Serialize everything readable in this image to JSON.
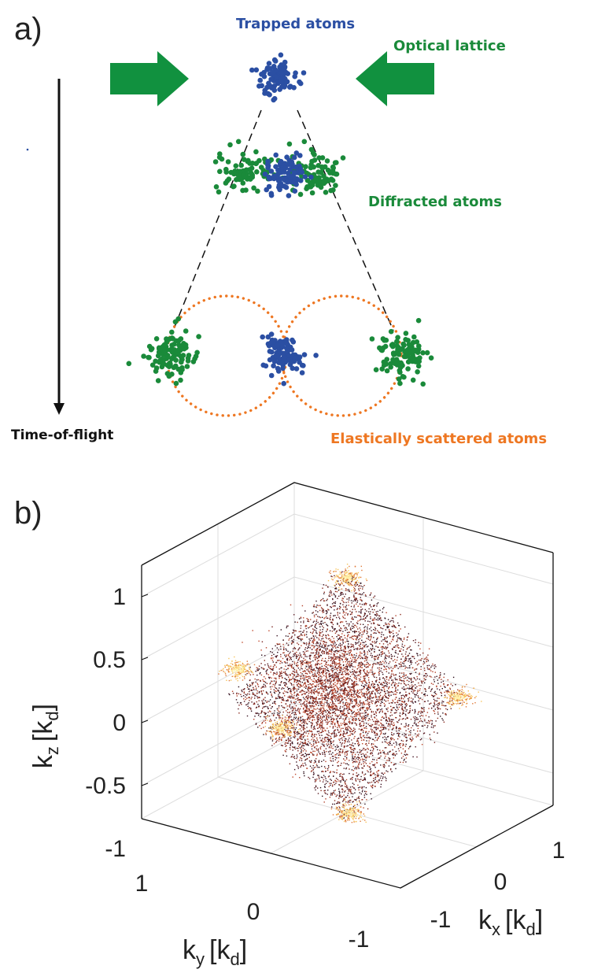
{
  "panel_a": {
    "label": "a)",
    "labels": {
      "trapped": "Trapped atoms",
      "optical": "Optical lattice",
      "diffracted": "Diffracted atoms",
      "tof": "Time-of-flight",
      "elastic": "Elastically scattered atoms"
    },
    "colors": {
      "trapped": "#2b4fa3",
      "diffracted": "#1a8a3a",
      "elastic": "#ee7722",
      "arrow": "#11913f"
    }
  },
  "panel_b": {
    "label": "b)",
    "z_ticks": [
      "1",
      "0.5",
      "0",
      "-0.5",
      "-1"
    ],
    "y_ticks": [
      "1",
      "0",
      "-1"
    ],
    "x_ticks": [
      "1",
      "0",
      "-1"
    ],
    "z_label": "k",
    "z_sub": "z",
    "z_unit_sub": "d",
    "y_label": "k",
    "y_sub": "y",
    "y_unit_sub": "d",
    "x_label": "k",
    "x_sub": "x",
    "x_unit_sub": "d",
    "bracket_open": "[k",
    "bracket_close": "]"
  }
}
